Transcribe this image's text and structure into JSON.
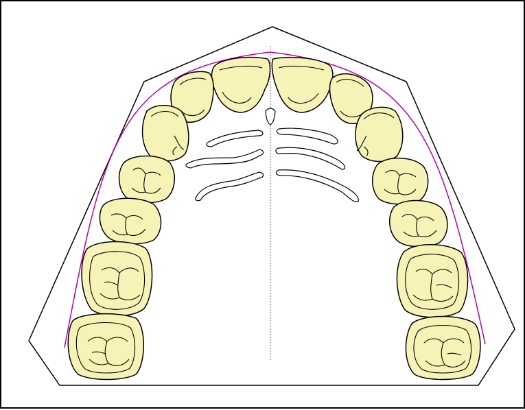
{
  "diagram": {
    "view": "maxillary-occlusal",
    "teeth_per_side": 7,
    "teeth": {
      "right": [
        "central-incisor",
        "lateral-incisor",
        "canine",
        "first-premolar",
        "second-premolar",
        "first-molar",
        "second-molar"
      ],
      "left": [
        "central-incisor",
        "lateral-incisor",
        "canine",
        "first-premolar",
        "second-premolar",
        "first-molar",
        "second-molar"
      ]
    },
    "colors": {
      "tooth_fill": "#f7f2b5",
      "outline": "#000000",
      "arch_curve": "#b000b0",
      "midline": "#666666",
      "background": "#ffffff"
    }
  }
}
